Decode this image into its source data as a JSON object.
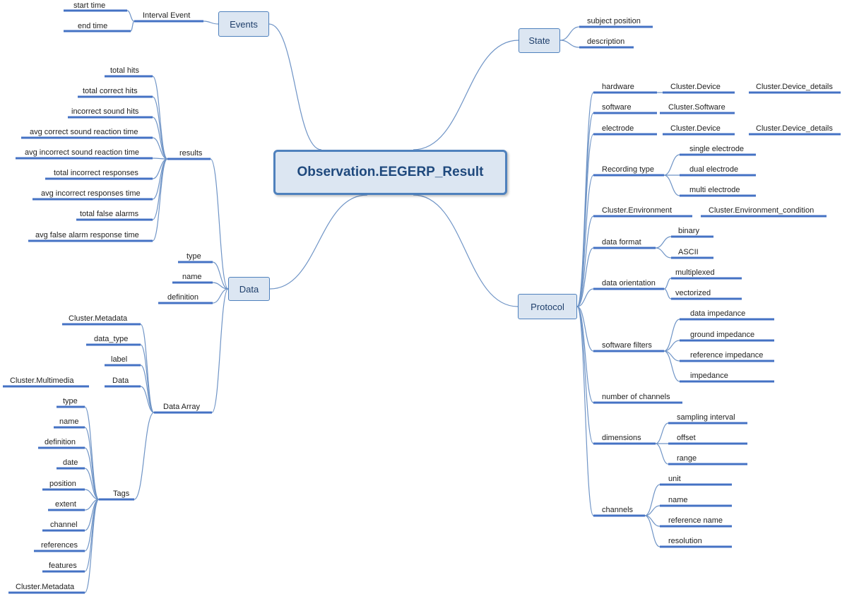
{
  "root": "Observation.EEGERP_Result",
  "branches": {
    "events": {
      "label": "Events",
      "interval_event": "Interval Event",
      "children": [
        "start time",
        "end time"
      ]
    },
    "state": {
      "label": "State",
      "children": [
        "subject position",
        "description"
      ]
    },
    "data": {
      "label": "Data",
      "results": {
        "label": "results",
        "children": [
          "total hits",
          "total correct hits",
          "incorrect sound hits",
          "avg correct sound reaction time",
          "avg incorrect sound reaction time",
          "total incorrect responses",
          "avg incorrect responses time",
          "total false alarms",
          "avg false alarm response time"
        ]
      },
      "fields": [
        "type",
        "name",
        "definition"
      ],
      "data_array": {
        "label": "Data Array",
        "items": [
          "Cluster.Metadata",
          "data_type",
          "label",
          "Data"
        ],
        "data_child": "Cluster.Multimedia",
        "tags": {
          "label": "Tags",
          "children": [
            "type",
            "name",
            "definition",
            "date",
            "position",
            "extent",
            "channel",
            "references",
            "features",
            "Cluster.Metadata"
          ]
        }
      }
    },
    "protocol": {
      "label": "Protocol",
      "hardware": {
        "label": "hardware",
        "device": "Cluster.Device",
        "details": "Cluster.Device_details"
      },
      "software": {
        "label": "software",
        "child": "Cluster.Software"
      },
      "electrode": {
        "label": "electrode",
        "device": "Cluster.Device",
        "details": "Cluster.Device_details"
      },
      "recording_type": {
        "label": "Recording type",
        "children": [
          "single electrode",
          "dual electrode",
          "multi electrode"
        ]
      },
      "environment": {
        "label": "Cluster.Environment",
        "child": "Cluster.Environment_condition"
      },
      "data_format": {
        "label": "data format",
        "children": [
          "binary",
          "ASCII"
        ]
      },
      "data_orientation": {
        "label": "data orientation",
        "children": [
          "multiplexed",
          "vectorized"
        ]
      },
      "software_filters": {
        "label": "software filters",
        "children": [
          "data impedance",
          "ground impedance",
          "reference impedance",
          "impedance"
        ]
      },
      "number_of_channels": "number of channels",
      "dimensions": {
        "label": "dimensions",
        "children": [
          "sampling interval",
          "offset",
          "range"
        ]
      },
      "channels": {
        "label": "channels",
        "children": [
          "unit",
          "name",
          "reference name",
          "resolution"
        ]
      }
    }
  }
}
